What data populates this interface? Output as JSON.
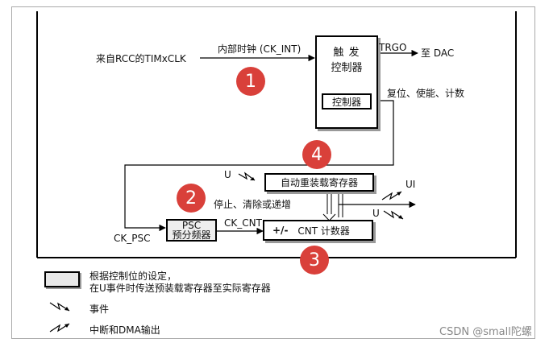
{
  "source_clock": "来自RCC的TIMxCLK",
  "internal_clock": "内部时钟 (CK_INT)",
  "trigger_controller": {
    "line1": "触 发",
    "line2": "控制器"
  },
  "controller": "控制器",
  "trgo": "TRGO",
  "to_dac": "至 DAC",
  "reset_enable_count": "复位、使能、计数",
  "u_event": "U",
  "auto_reload": "自动重装载寄存器",
  "stop_clear_inc": "停止、清除或递增",
  "psc": {
    "line1": "PSC",
    "line2": "预分频器"
  },
  "ck_psc": "CK_PSC",
  "ck_cnt": "CK_CNT",
  "counter": {
    "sign": "+/-",
    "label": "CNT 计数器"
  },
  "ui": "UI",
  "u_out": "U",
  "markers": [
    "1",
    "2",
    "3",
    "4"
  ],
  "legend": {
    "line1": "根据控制位的设定，",
    "line2": "在U事件时传送预装载寄存器至实际寄存器",
    "event": "事件",
    "interrupt_dma": "中断和DMA输出"
  },
  "watermark": "CSDN @small陀螺",
  "colors": {
    "marker": "#d9403a"
  }
}
